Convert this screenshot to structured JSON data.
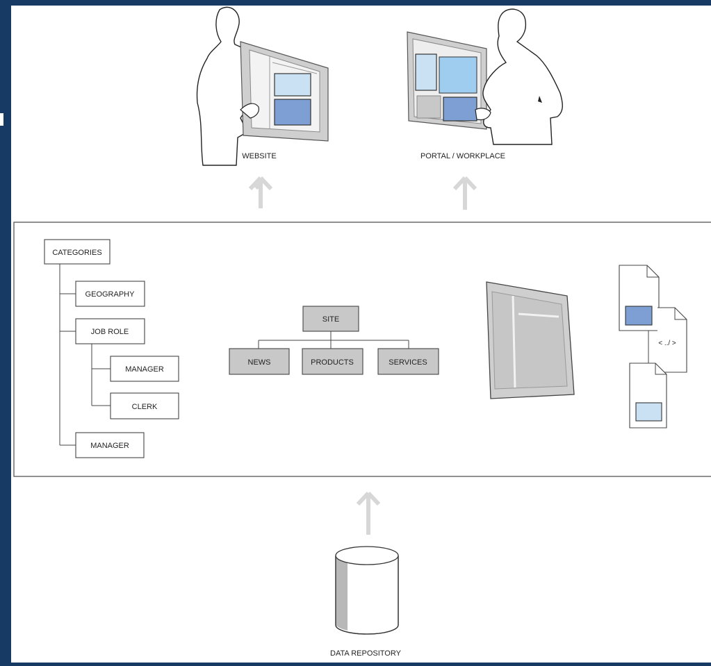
{
  "diagram": {
    "outputs": {
      "website_label": "WEBSITE",
      "portal_label": "PORTAL / WORKPLACE"
    },
    "taxonomy": {
      "root": "CATEGORIES",
      "children": [
        {
          "label": "GEOGRAPHY"
        },
        {
          "label": "JOB ROLE",
          "children": [
            {
              "label": "MANAGER"
            },
            {
              "label": "CLERK"
            }
          ]
        },
        {
          "label": "MANAGER"
        }
      ]
    },
    "sitemap": {
      "root": "SITE",
      "children": [
        "NEWS",
        "PRODUCTS",
        "SERVICES"
      ]
    },
    "content_doc_label": "< ../ >",
    "repository_label": "DATA REPOSITORY"
  },
  "colors": {
    "frame_bg": "#163a64",
    "panel_gray": "#cfcfd0",
    "box_gray": "#c8c8c8",
    "light_blue": "#c9e1f2",
    "mid_blue": "#7d9fd3",
    "arrow_gray": "#d7d7d7"
  }
}
